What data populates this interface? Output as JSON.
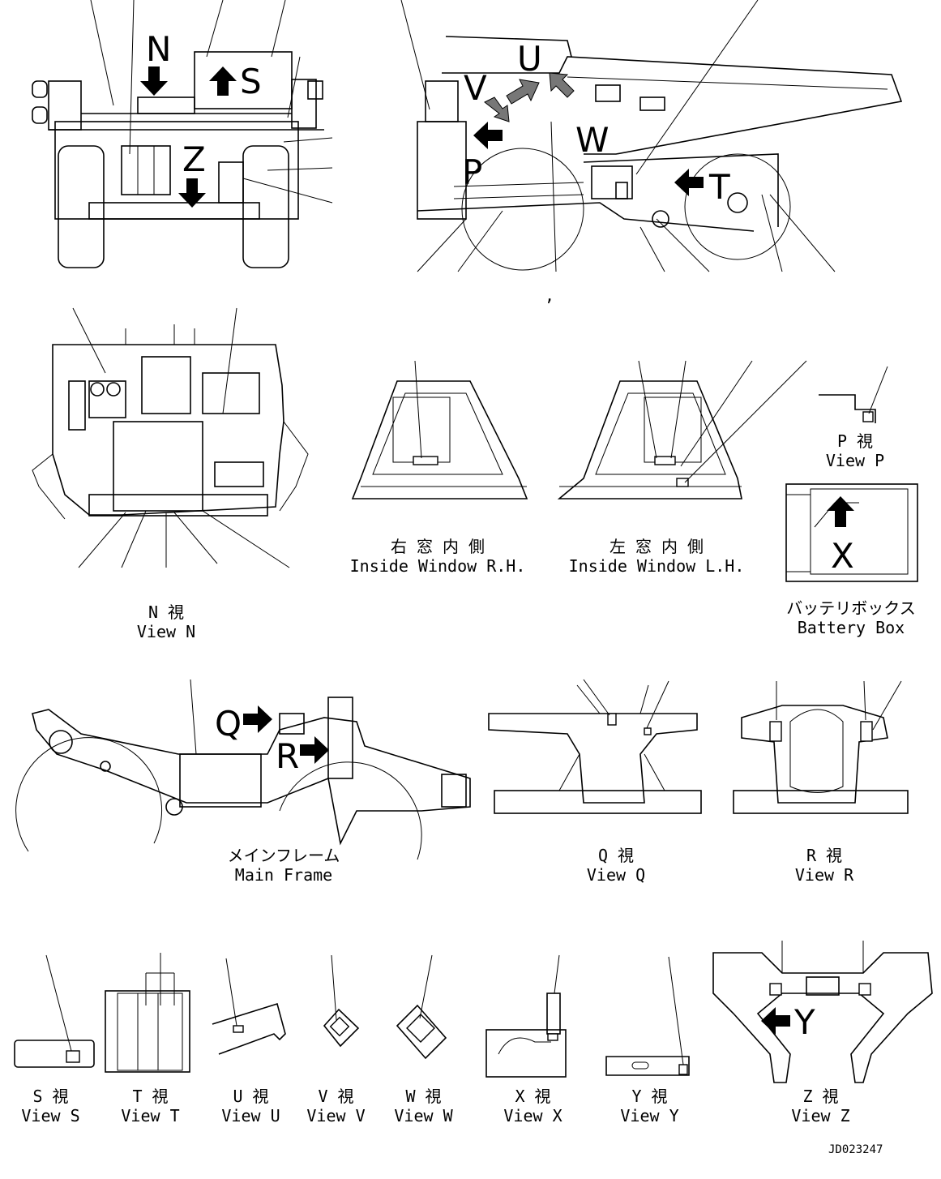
{
  "letters": {
    "N": "N",
    "S": "S",
    "Z": "Z",
    "V": "V",
    "U": "U",
    "W": "W",
    "P": "P",
    "T": "T",
    "Q": "Q",
    "R": "R",
    "X": "X",
    "Y": "Y"
  },
  "views": {
    "p": {
      "jp": "P 視",
      "en": "View P"
    },
    "n": {
      "jp": "N 視",
      "en": "View N"
    },
    "inside_rh": {
      "jp": "右 窓 内 側",
      "en": "Inside Window R.H."
    },
    "inside_lh": {
      "jp": "左 窓 内 側",
      "en": "Inside Window L.H."
    },
    "battery": {
      "jp": "バッテリボックス",
      "en": "Battery Box"
    },
    "main_frame": {
      "jp": "メインフレーム",
      "en": "Main Frame"
    },
    "q": {
      "jp": "Q 視",
      "en": "View Q"
    },
    "r": {
      "jp": "R 視",
      "en": "View R"
    },
    "s": {
      "jp": "S 視",
      "en": "View S"
    },
    "t": {
      "jp": "T 視",
      "en": "View T"
    },
    "u": {
      "jp": "U 視",
      "en": "View U"
    },
    "v": {
      "jp": "V 視",
      "en": "View V"
    },
    "w": {
      "jp": "W 視",
      "en": "View W"
    },
    "x": {
      "jp": "X 視",
      "en": "View X"
    },
    "y": {
      "jp": "Y 視",
      "en": "View Y"
    },
    "z": {
      "jp": "Z 視",
      "en": "View Z"
    }
  },
  "stray_mark": ",",
  "doc_number": "JD023247"
}
